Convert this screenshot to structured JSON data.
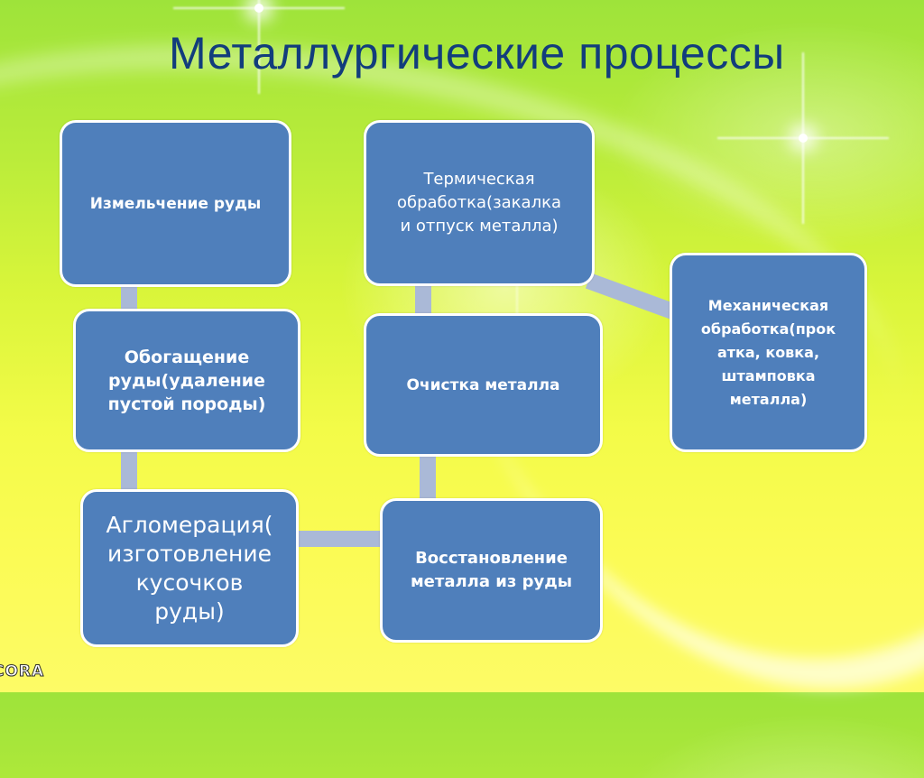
{
  "slide": {
    "title": "Металлургические процессы",
    "colors": {
      "title": "#123d7c",
      "box_fill": "#4f7fbb",
      "box_border": "#ffffff",
      "connector": "#aab9d7",
      "background_top": "#9ee33a",
      "background_bottom": "#fdfb66"
    }
  },
  "nodes": [
    {
      "id": "crushing",
      "label": "Измельчение руды"
    },
    {
      "id": "enrichment",
      "label": "Обогащение\nруды(удаление\nпустой породы)"
    },
    {
      "id": "agglomeration",
      "label": "Агломерация(\nизготовление\nкусочков\nруды)"
    },
    {
      "id": "reduction",
      "label": "Восстановление\nметалла из руды"
    },
    {
      "id": "refining",
      "label": "Очистка металла"
    },
    {
      "id": "heat_treatment",
      "label": "Термическая\nобработка(закалка\nи отпуск металла)"
    },
    {
      "id": "mechanical",
      "label": "Механическая\nобработка(прок\nатка, ковка,\nштамповка\nметалла)"
    }
  ],
  "edges": [
    {
      "from": "crushing",
      "to": "enrichment"
    },
    {
      "from": "enrichment",
      "to": "agglomeration"
    },
    {
      "from": "agglomeration",
      "to": "reduction"
    },
    {
      "from": "reduction",
      "to": "refining"
    },
    {
      "from": "refining",
      "to": "heat_treatment"
    },
    {
      "from": "heat_treatment",
      "to": "mechanical"
    }
  ],
  "watermark": "CORA"
}
